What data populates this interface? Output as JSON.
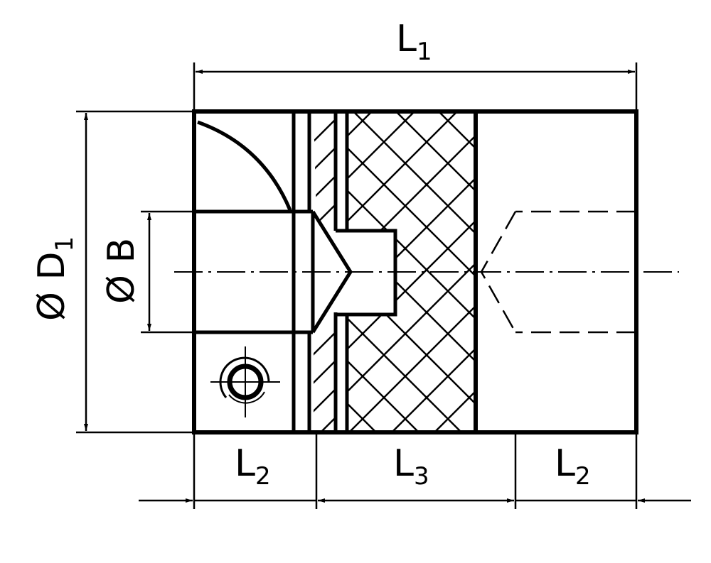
{
  "labels": {
    "overall_length": {
      "main": "L",
      "sub": "1"
    },
    "outer_diameter": {
      "prefix": "Ø D",
      "sub": "1"
    },
    "bore_diameter": {
      "prefix": "Ø B"
    },
    "hub_length_left": {
      "main": "L",
      "sub": "2"
    },
    "spider_length": {
      "main": "L",
      "sub": "3"
    },
    "hub_length_right": {
      "main": "L",
      "sub": "2"
    }
  },
  "colors": {
    "line": "#000000",
    "background": "#ffffff"
  }
}
